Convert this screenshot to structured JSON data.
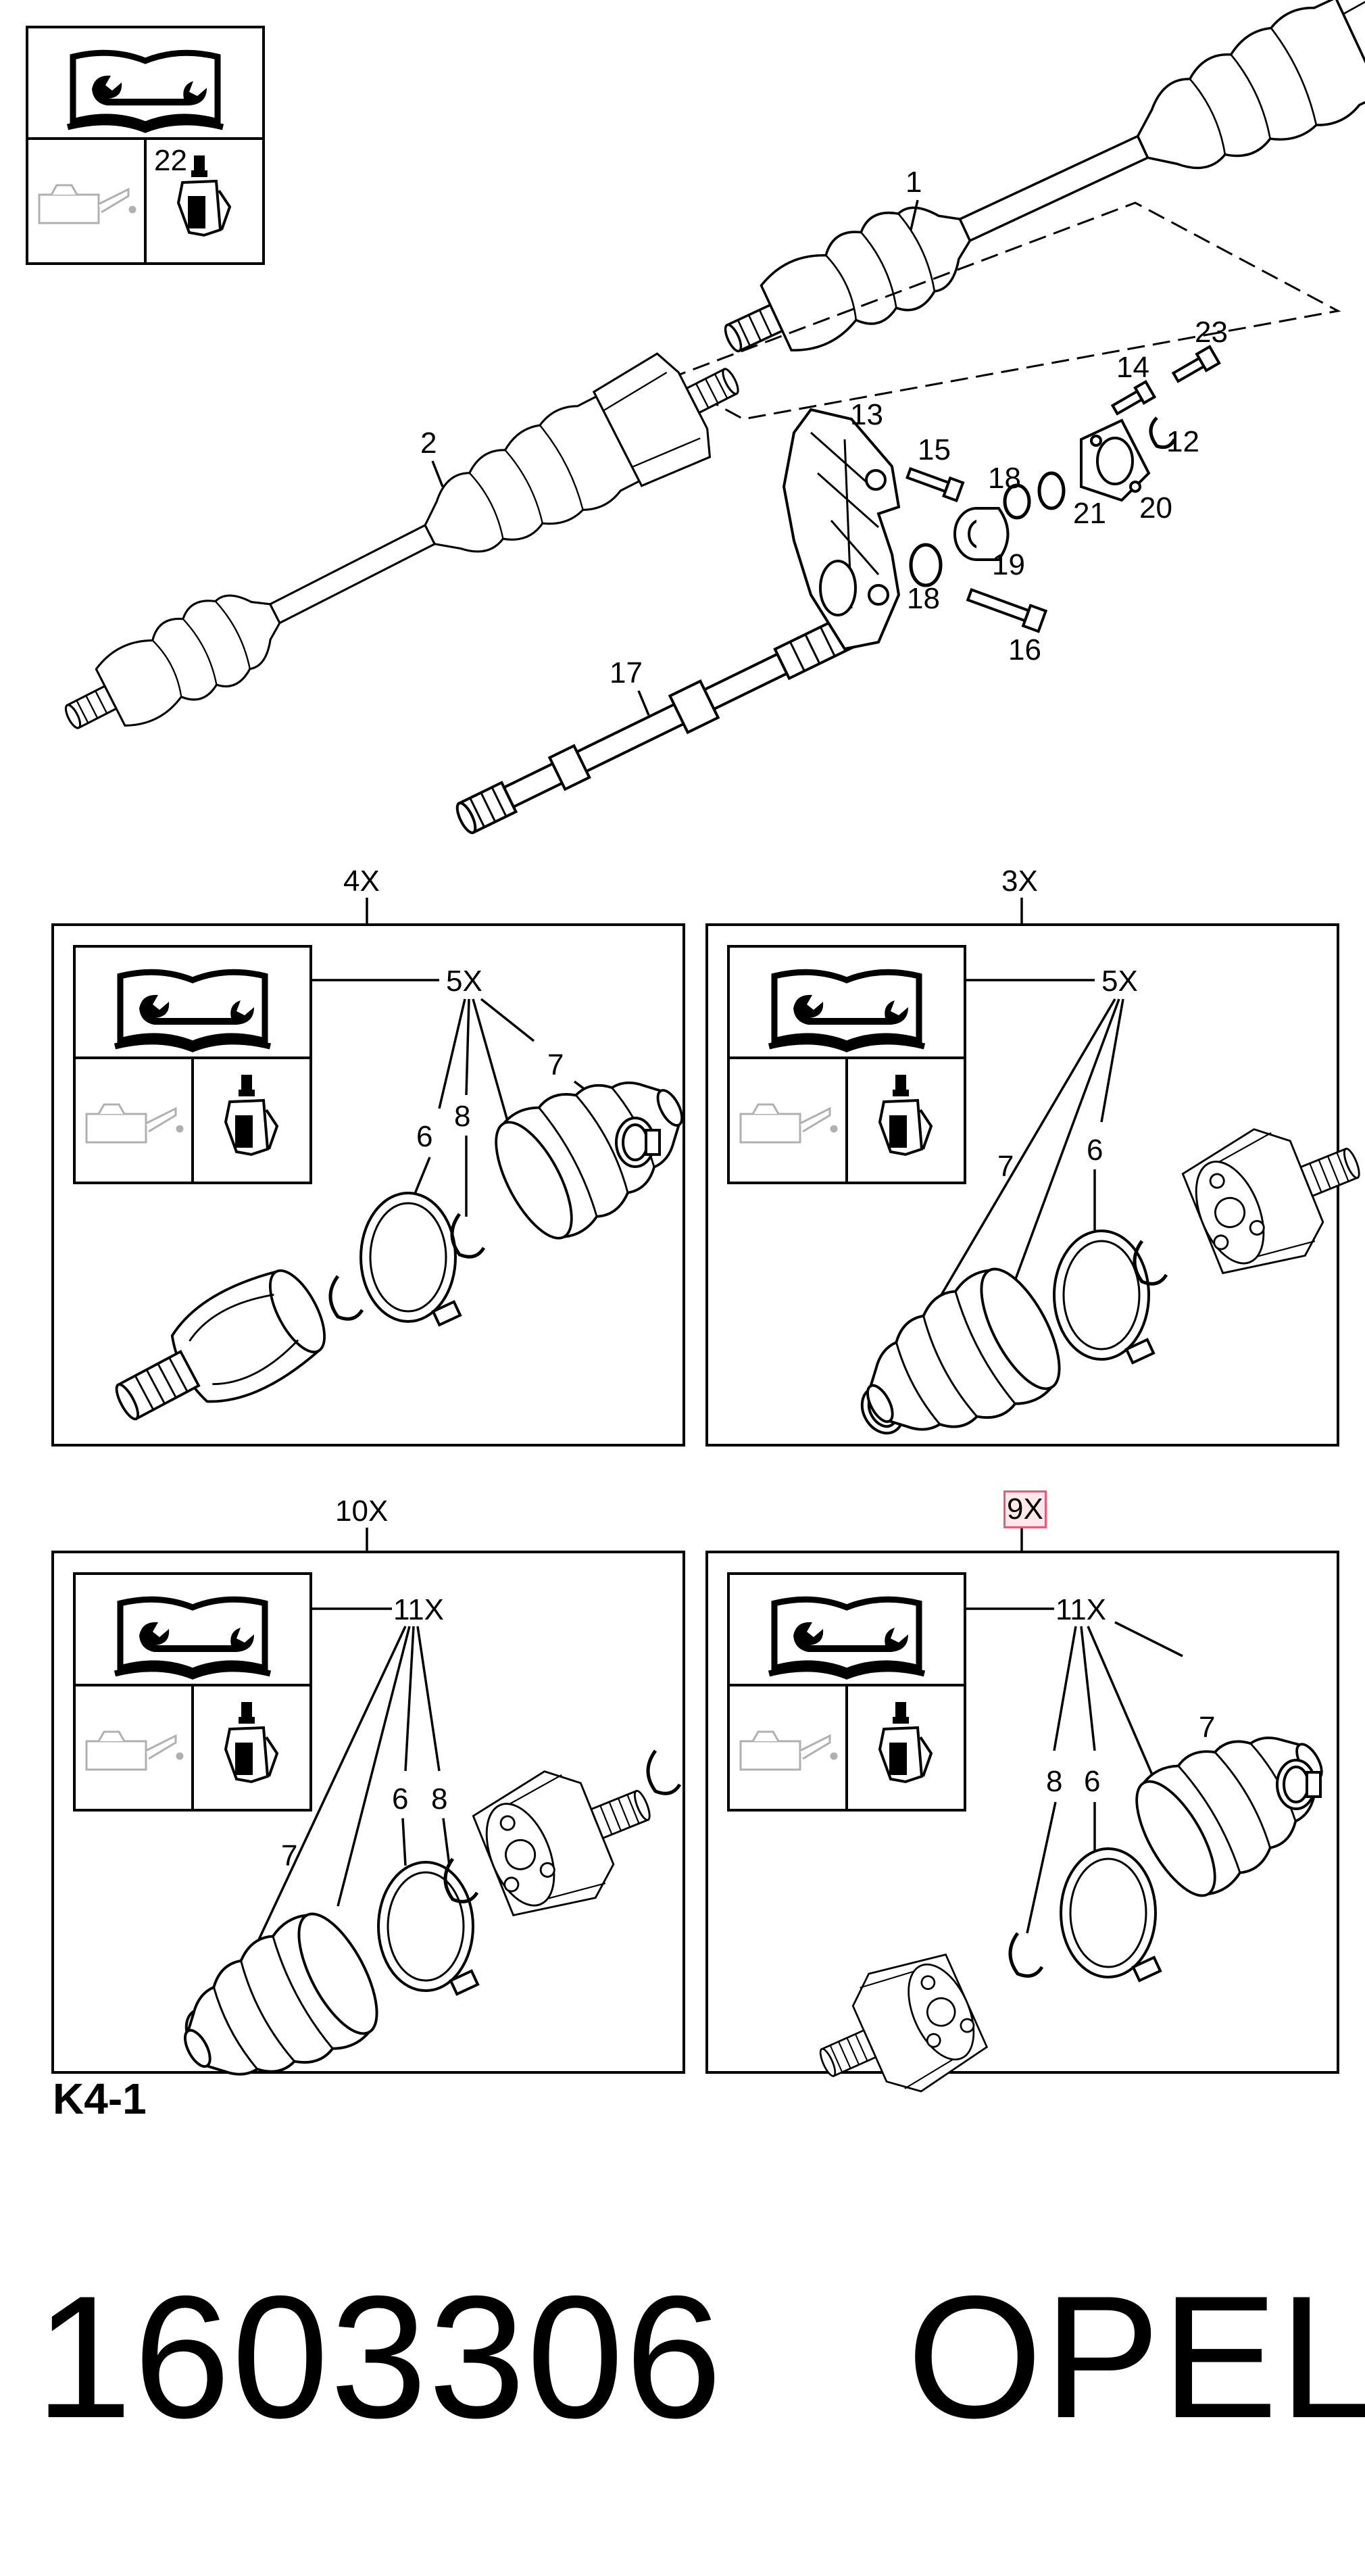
{
  "figure_code": "K4-1",
  "part_number": "1603306",
  "brand": "OPEL",
  "main_callouts": [
    "1",
    "2",
    "12",
    "13",
    "14",
    "15",
    "16",
    "17",
    "18",
    "19",
    "20",
    "21",
    "22",
    "23"
  ],
  "kits": [
    {
      "title": "4X",
      "group": "5X",
      "callouts": [
        "6",
        "7",
        "8"
      ]
    },
    {
      "title": "3X",
      "group": "5X",
      "callouts": [
        "6",
        "7"
      ]
    },
    {
      "title": "10X",
      "group": "11X",
      "callouts": [
        "6",
        "7",
        "8"
      ]
    },
    {
      "title": "9X",
      "group": "11X",
      "callouts": [
        "6",
        "7",
        "8"
      ],
      "highlighted": true
    }
  ],
  "icons": [
    "manual-wrench-icon",
    "oil-can-icon",
    "grease-tube-icon"
  ],
  "colors": {
    "line": "#000000",
    "background": "#ffffff",
    "icon_grey": "#b0b0b0",
    "highlight": "#e85a78"
  }
}
